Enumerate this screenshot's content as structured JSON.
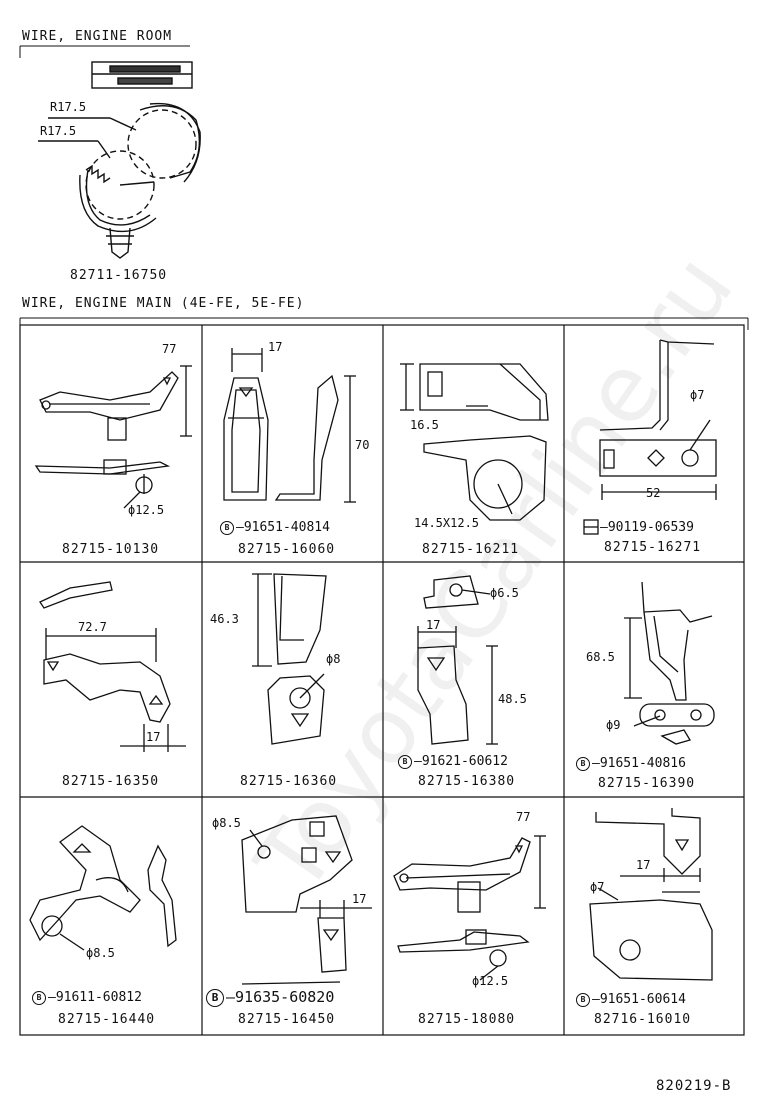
{
  "top_section": {
    "title": "WIRE, ENGINE ROOM",
    "dims": [
      "R17.5",
      "R17.5"
    ],
    "part_no": "82711-16750"
  },
  "main_section": {
    "title": "WIRE, ENGINE MAIN (4E-FE, 5E-FE)"
  },
  "cells": [
    {
      "part": "82715-10130",
      "dims": [
        "77",
        "ϕ12.5"
      ],
      "bolt": ""
    },
    {
      "part": "82715-16060",
      "dims": [
        "17",
        "70"
      ],
      "bolt": "91651-40814",
      "bolt_mark": "B"
    },
    {
      "part": "82715-16211",
      "dims": [
        "16.5",
        "14.5X12.5"
      ],
      "bolt": ""
    },
    {
      "part": "82715-16271",
      "dims": [
        "ϕ7",
        "52"
      ],
      "bolt": "90119-06539",
      "bolt_mark": ""
    },
    {
      "part": "82715-16350",
      "dims": [
        "72.7",
        "17"
      ],
      "bolt": ""
    },
    {
      "part": "82715-16360",
      "dims": [
        "46.3",
        "ϕ8"
      ],
      "bolt": ""
    },
    {
      "part": "82715-16380",
      "dims": [
        "ϕ6.5",
        "17",
        "48.5"
      ],
      "bolt": "91621-60612",
      "bolt_mark": "B"
    },
    {
      "part": "82715-16390",
      "dims": [
        "68.5",
        "ϕ9"
      ],
      "bolt": "91651-40816",
      "bolt_mark": "B"
    },
    {
      "part": "82715-16440",
      "dims": [
        "ϕ8.5"
      ],
      "bolt": "91611-60812",
      "bolt_mark": "B"
    },
    {
      "part": "82715-16450",
      "dims": [
        "ϕ8.5",
        "17"
      ],
      "bolt": "91635-60820",
      "bolt_mark": "B"
    },
    {
      "part": "82715-18080",
      "dims": [
        "77",
        "ϕ12.5"
      ],
      "bolt": ""
    },
    {
      "part": "82716-16010",
      "dims": [
        "17",
        "ϕ7"
      ],
      "bolt": "91651-60614",
      "bolt_mark": "B"
    }
  ],
  "footer": {
    "code": "820219-B"
  },
  "watermark": "ToyotaCarline.ru"
}
